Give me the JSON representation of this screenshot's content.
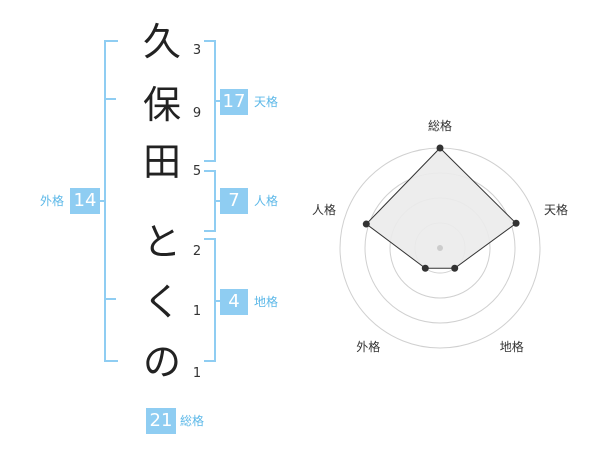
{
  "name": {
    "characters": [
      {
        "char": "久",
        "strokes": "3"
      },
      {
        "char": "保",
        "strokes": "9"
      },
      {
        "char": "田",
        "strokes": "5"
      },
      {
        "char": "と",
        "strokes": "2"
      },
      {
        "char": "く",
        "strokes": "1"
      },
      {
        "char": "の",
        "strokes": "1"
      }
    ]
  },
  "kakusu": {
    "tenkaku": {
      "value": "17",
      "label": "天格"
    },
    "jinkaku": {
      "value": "7",
      "label": "人格"
    },
    "chikaku": {
      "value": "4",
      "label": "地格"
    },
    "gaikaku": {
      "value": "14",
      "label": "外格"
    },
    "soukaku": {
      "value": "21",
      "label": "総格"
    }
  },
  "radar": {
    "axes": [
      "総格",
      "天格",
      "地格",
      "外格",
      "人格"
    ],
    "levels": 4,
    "values": [
      4,
      3.2,
      1,
      1,
      3.1
    ],
    "max": 4,
    "colors": {
      "fill": "#ebebeb",
      "stroke": "#333333",
      "grid": "#d0d0d0",
      "point": "#333333",
      "center": "#cccccc"
    }
  },
  "colors": {
    "accent": "#8fcdf2",
    "label_text": "#5cb8e8"
  }
}
